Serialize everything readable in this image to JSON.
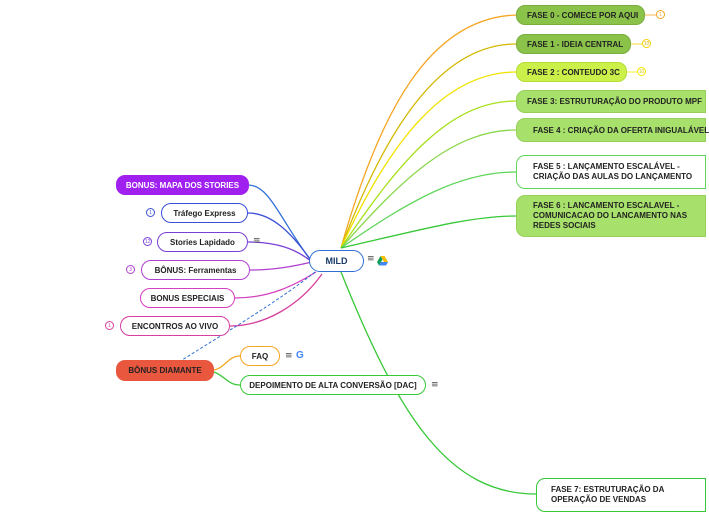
{
  "central": {
    "label": "MILD"
  },
  "right_topics": [
    {
      "label": "FASE 0 - COMECE POR AQUI",
      "badge": "1"
    },
    {
      "label": "FASE 1 - IDEIA CENTRAL",
      "badge": "10"
    },
    {
      "label": "FASE 2 : CONTEUDO 3C",
      "badge": "10"
    },
    {
      "label": "FASE 3: ESTRUTURAÇÃO DO PRODUTO MPF",
      "badge": ""
    },
    {
      "label": "FASE 4 : CRIAÇÃO DA OFERTA INIGUALÁVEL",
      "badge": ""
    },
    {
      "label": "FASE 5 : LANÇAMENTO ESCALÁVEL - CRIAÇÃO DAS AULAS DO LANÇAMENTO",
      "badge": ""
    },
    {
      "label": "FASE 6 : LANCAMENTO ESCALAVEL - COMUNICACAO DO LANCAMENTO NAS REDES SOCIAIS",
      "badge": ""
    },
    {
      "label": "FASE 7: ESTRUTURAÇÃO DA OPERAÇÃO DE VENDAS",
      "badge": ""
    }
  ],
  "left_topics": [
    {
      "label": "BONUS: MAPA DOS STORIES",
      "badge": ""
    },
    {
      "label": "Tráfego Express",
      "badge": "1"
    },
    {
      "label": "Stories Lapidado",
      "badge": "12"
    },
    {
      "label": "BÔNUS: Ferramentas",
      "badge": "3"
    },
    {
      "label": "BONUS ESPECIAIS",
      "badge": ""
    },
    {
      "label": "ENCONTROS AO VIVO",
      "badge": "1"
    }
  ],
  "diamond": {
    "label": "BÔNUS DIAMANTE"
  },
  "diamond_children": [
    {
      "label": "FAQ"
    },
    {
      "label": "DEPOIMENTO DE ALTA CONVERSÃO [DAC]"
    }
  ],
  "colors": {
    "phase0": "#8bc34a",
    "phase1": "#8bc34a",
    "phase2": "#ccf04a",
    "phase_rest": "#a7e06a",
    "purple": "#a020f0",
    "diamond": "#e9573f",
    "orange_line": "#f5a623",
    "blue_line": "#2f6fd6",
    "magenta_line": "#d63fbf",
    "green_line": "#37c837"
  }
}
